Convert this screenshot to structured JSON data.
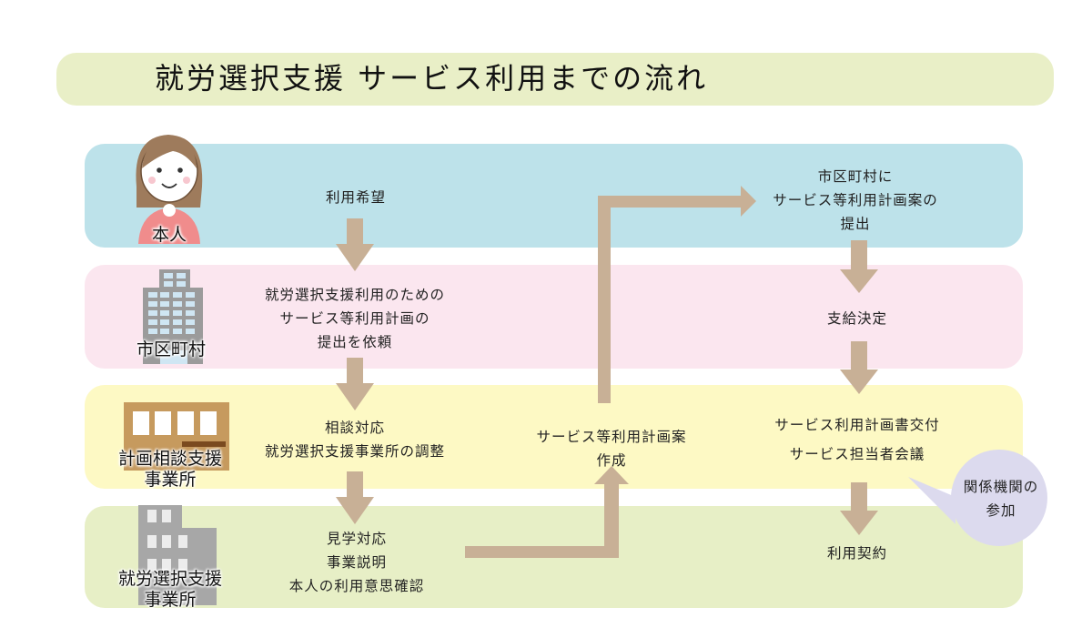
{
  "title": "就労選択支援 サービス利用までの流れ",
  "colors": {
    "title_bg": "#e9efc7",
    "lane_person": "#bde2ea",
    "lane_municipality": "#fbe6ef",
    "lane_planning_office": "#fdf9c4",
    "lane_employment_office": "#e7efc6",
    "arrow": "#c8b096",
    "bubble": "#dcdaee"
  },
  "lanes": [
    {
      "id": "person",
      "label": "本人",
      "icon": "woman-avatar-icon"
    },
    {
      "id": "municipality",
      "label": "市区町村",
      "icon": "office-building-icon"
    },
    {
      "id": "planning_office",
      "label_lines": [
        "計画相談支援",
        "事業所"
      ],
      "icon": "shop-building-icon"
    },
    {
      "id": "employment_office",
      "label_lines": [
        "就労選択支援",
        "事業所"
      ],
      "icon": "gray-building-icon"
    }
  ],
  "steps": {
    "request": "利用希望",
    "municipality_request": [
      "就労選択支援利用のための",
      "サービス等利用計画の",
      "提出を依頼"
    ],
    "consultation": [
      "相談対応",
      "就労選択支援事業所の調整"
    ],
    "visit": [
      "見学対応",
      "事業説明",
      "本人の利用意思確認"
    ],
    "plan_draft": [
      "サービス等利用計画案",
      "作成"
    ],
    "submit_plan": [
      "市区町村に",
      "サービス等利用計画案の",
      "提出"
    ],
    "decision": "支給決定",
    "plan_issue": [
      "サービス利用計画書交付",
      "サービス担当者会議"
    ],
    "contract": "利用契約"
  },
  "callout": [
    "関係機関の",
    "参加"
  ]
}
